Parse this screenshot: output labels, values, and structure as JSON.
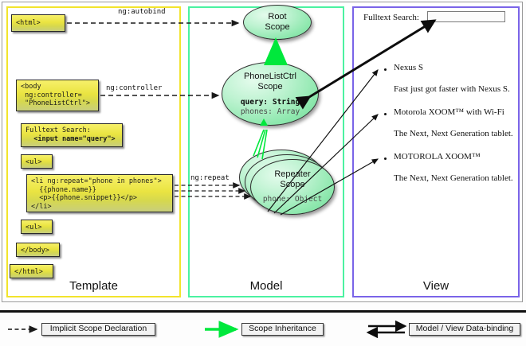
{
  "diagram": {
    "columns": [
      {
        "key": "template",
        "label": "Template",
        "border_color": "#f2e42c"
      },
      {
        "key": "model",
        "label": "Model",
        "border_color": "#4bf2a1"
      },
      {
        "key": "view",
        "label": "View",
        "border_color": "#7a64e8"
      }
    ]
  },
  "template": {
    "boxes": [
      {
        "id": "html-open",
        "text": "<html>"
      },
      {
        "id": "body-open",
        "text": "<body\n ng:controller=\n \"PhoneListCtrl\">"
      },
      {
        "id": "search",
        "line1": "Fulltext Search:",
        "line2": "  <input name=\"query\">"
      },
      {
        "id": "ul-open",
        "text": "<ul>"
      },
      {
        "id": "li-repeat",
        "text": "<li ng:repeat=\"phone in phones\">\n  {{phone.name}}\n  <p>{{phone.snippet}}</p>\n</li>"
      },
      {
        "id": "ul-close",
        "text": "<ul>"
      },
      {
        "id": "body-close",
        "text": "</body>"
      },
      {
        "id": "html-close",
        "text": "</html>"
      }
    ]
  },
  "connectors": {
    "autobind_label": "ng:autobind",
    "controller_label": "ng:controller",
    "repeat_label": "ng:repeat"
  },
  "model": {
    "scopes": [
      {
        "id": "root",
        "title_line1": "Root",
        "title_line2": "Scope",
        "props": []
      },
      {
        "id": "phonectl",
        "title_line1": "PhoneListCtrl",
        "title_line2": "Scope",
        "props": [
          {
            "text": "query: String",
            "strong": true
          },
          {
            "text": "phones: Array",
            "strong": false
          }
        ]
      },
      {
        "id": "repeater",
        "title_line1": "Repeater",
        "title_line2": "Scope",
        "props": [
          {
            "text": "phone: Object",
            "strong": false
          }
        ],
        "stack_count": 3
      }
    ]
  },
  "view": {
    "search_label": "Fulltext Search:",
    "search_value": "",
    "phones": [
      {
        "name": "Nexus S",
        "snippet": "Fast just got faster with Nexus S."
      },
      {
        "name": "Motorola XOOM™  with Wi-Fi",
        "snippet": "The Next, Next Generation tablet."
      },
      {
        "name": "MOTOROLA XOOM™",
        "snippet": "The Next, Next Generation tablet."
      }
    ]
  },
  "legend": {
    "items": [
      {
        "id": "implicit",
        "label": "Implicit Scope Declaration",
        "style": "dashed-black"
      },
      {
        "id": "inheritance",
        "label": "Scope Inheritance",
        "style": "solid-green"
      },
      {
        "id": "databinding",
        "label": "Model / View Data-binding",
        "style": "double-black"
      }
    ]
  },
  "colors": {
    "template_border": "#f2e42c",
    "model_border": "#4bf2a1",
    "view_border": "#7a64e8",
    "code_box_fill": "#eae441",
    "scope_fill": "#8ee8ae",
    "inheritance_arrow": "#00e83c",
    "connector": "#1a1a1a"
  }
}
